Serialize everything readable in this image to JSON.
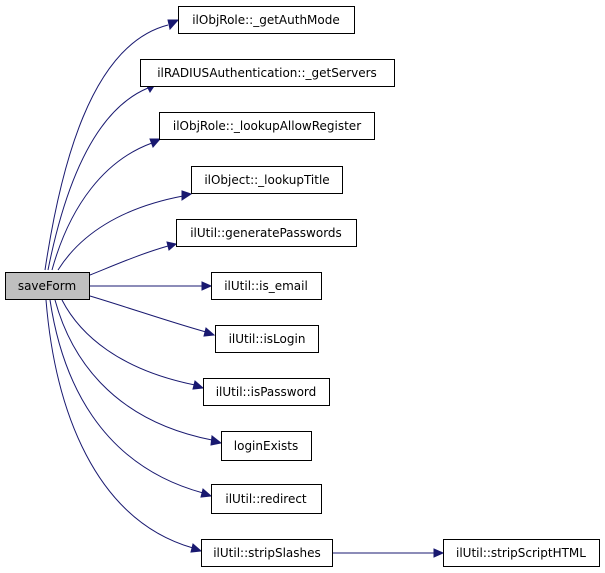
{
  "graph": {
    "root": {
      "label": "saveForm"
    },
    "callees": [
      {
        "id": "getAuthMode",
        "label": "ilObjRole::_getAuthMode"
      },
      {
        "id": "getServers",
        "label": "ilRADIUSAuthentication::_getServers"
      },
      {
        "id": "lookupAllowRegister",
        "label": "ilObjRole::_lookupAllowRegister"
      },
      {
        "id": "lookupTitle",
        "label": "ilObject::_lookupTitle"
      },
      {
        "id": "generatePasswords",
        "label": "ilUtil::generatePasswords"
      },
      {
        "id": "is_email",
        "label": "ilUtil::is_email"
      },
      {
        "id": "isLogin",
        "label": "ilUtil::isLogin"
      },
      {
        "id": "isPassword",
        "label": "ilUtil::isPassword"
      },
      {
        "id": "loginExists",
        "label": "loginExists"
      },
      {
        "id": "redirect",
        "label": "ilUtil::redirect"
      },
      {
        "id": "stripSlashes",
        "label": "ilUtil::stripSlashes"
      }
    ],
    "second_level": [
      {
        "id": "stripScriptHTML",
        "label": "ilUtil::stripScriptHTML",
        "caller": "stripSlashes"
      }
    ]
  },
  "colors": {
    "edge": "#191970",
    "root_fill": "#bfbfbf",
    "node_fill": "#ffffff",
    "node_border": "#000000"
  }
}
